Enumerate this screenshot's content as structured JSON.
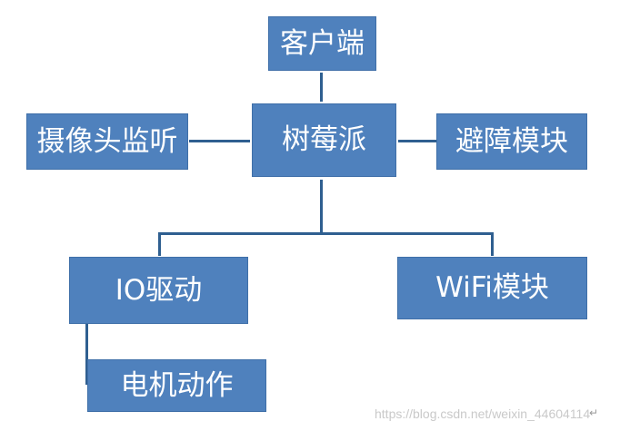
{
  "diagram": {
    "nodes": {
      "client": "客户端",
      "camera_monitor": "摄像头监听",
      "raspberry_pi": "树莓派",
      "obstacle_avoidance": "避障模块",
      "io_driver": "IO驱动",
      "wifi_module": "WiFi模块",
      "motor_action": "电机动作"
    },
    "watermark": "https://blog.csdn.net/weixin_44604114",
    "return_mark": "↵"
  },
  "colors": {
    "box_fill": "#4f81bd",
    "box_border": "#3f6fa8",
    "connector": "#2f5f90",
    "text": "#ffffff",
    "watermark": "#c9c9c9"
  }
}
